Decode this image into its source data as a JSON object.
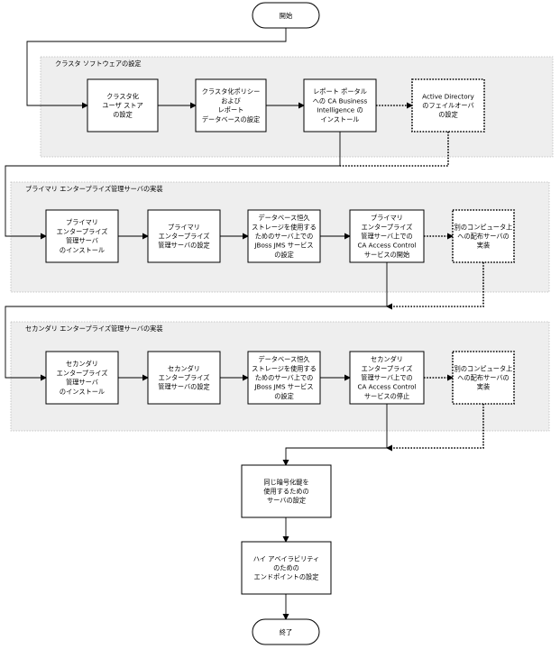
{
  "start": "開始",
  "end": "終了",
  "sections": {
    "cluster": "クラスタ ソフトウェアの設定",
    "primary": "プライマリ エンタープライズ管理サーバの実装",
    "secondary": "セカンダリ エンタープライズ管理サーバの実装"
  },
  "boxes": {
    "c1": [
      "クラスタ化",
      "ユーザ ストア",
      "の設定"
    ],
    "c2": [
      "クラスタ化ポリシー",
      "および",
      "レポート",
      "データベースの設定"
    ],
    "c3": [
      "レポート ポータル",
      "への CA Business",
      "Intelligence の",
      "インストール"
    ],
    "c4": [
      "Active Directory",
      "のフェイルオーバ",
      "の設定"
    ],
    "p1": [
      "プライマリ",
      "エンタープライズ",
      "管理サーバ",
      "のインストール"
    ],
    "p2": [
      "プライマリ",
      "エンタープライズ",
      "管理サーバの設定"
    ],
    "p3": [
      "データベース恒久",
      "ストレージを使用する",
      "ためのサーバ上での",
      "JBoss JMS サービス",
      "の設定"
    ],
    "p4": [
      "プライマリ",
      "エンタープライズ",
      "管理サーバ上での",
      "CA Access Control",
      "サービスの開始"
    ],
    "p5": [
      "別のコンピュータ上",
      "への配布サーバの",
      "実装"
    ],
    "s1": [
      "セカンダリ",
      "エンタープライズ",
      "管理サーバ",
      "のインストール"
    ],
    "s2": [
      "セカンダリ",
      "エンタープライズ",
      "管理サーバの設定"
    ],
    "s3": [
      "データベース恒久",
      "ストレージを使用する",
      "ためのサーバ上での",
      "JBoss JMS サービス",
      "の設定"
    ],
    "s4": [
      "セカンダリ",
      "エンタープライズ",
      "管理サーバ上での",
      "CA Access Control",
      "サービスの停止"
    ],
    "s5": [
      "別のコンピュータ上",
      "への配布サーバの",
      "実装"
    ],
    "f1": [
      "同じ暗号化鍵を",
      "使用するための",
      "サーバの設定"
    ],
    "f2": [
      "ハイ アベイラビリティ",
      "のための",
      "エンドポイントの設定"
    ]
  },
  "colors": {
    "section_fill": "#eeeeee",
    "section_stroke": "#bbbbbb",
    "line": "#000000"
  }
}
